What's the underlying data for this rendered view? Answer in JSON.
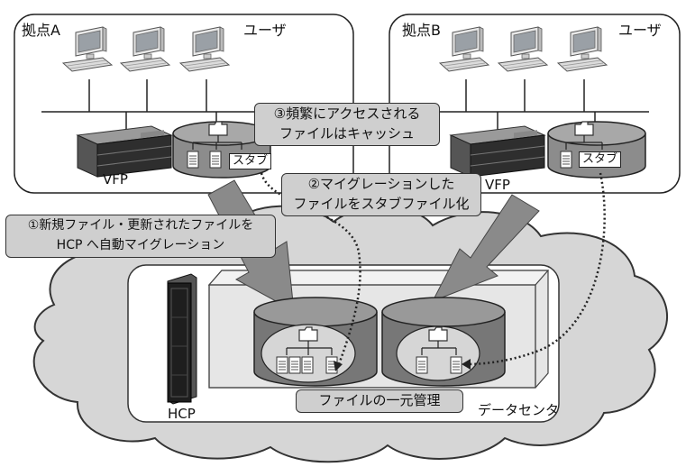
{
  "site_a": {
    "label": "拠点A",
    "user_label": "ユーザ",
    "vfp_label": "VFP",
    "stub_label": "スタブ"
  },
  "site_b": {
    "label": "拠点B",
    "user_label": "ユーザ",
    "vfp_label": "VFP",
    "stub_label": "スタブ"
  },
  "datacenter": {
    "label": "データセンタ",
    "hcp_label": "HCP"
  },
  "callouts": {
    "cache": [
      "③頻繁にアクセスされる",
      "ファイルはキャッシュ"
    ],
    "stub": [
      "②マイグレーションした",
      "ファイルをスタブファイル化"
    ],
    "migrate": [
      "①新規ファイル・更新されたファイルを",
      "HCP へ自動マイグレーション"
    ],
    "central": "ファイルの一元管理"
  },
  "colors": {
    "arrow": "#8a8a8a",
    "cylinder": "#777777",
    "callout_bg": "#cfcfcf",
    "platform": "#e6e6e6"
  }
}
